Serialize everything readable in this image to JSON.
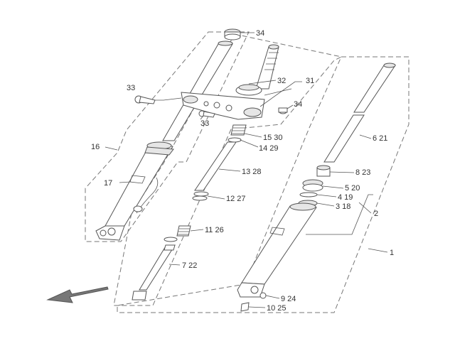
{
  "callouts": {
    "c34_top": "34",
    "c32": "32",
    "c31": "31",
    "c33_left": "33",
    "c34_right": "34",
    "c33_bottom": "33",
    "c15_30": "15 30",
    "c14_29": "14 29",
    "c16": "16",
    "c6_21": "6  21",
    "c13_28": "13 28",
    "c8_23": "8  23",
    "c17": "17",
    "c5_20": "5  20",
    "c12_27": "12 27",
    "c4_19": "4  19",
    "c3_18": "3  18",
    "c2": "2",
    "c11_26": "11  26",
    "c1": "1",
    "c7_22": "7  22",
    "c9_24": "9  24",
    "c10_25": "10 25"
  },
  "icons": {
    "direction": "front-direction-arrow-icon"
  },
  "colors": {
    "line": "#555555",
    "background": "#ffffff"
  }
}
